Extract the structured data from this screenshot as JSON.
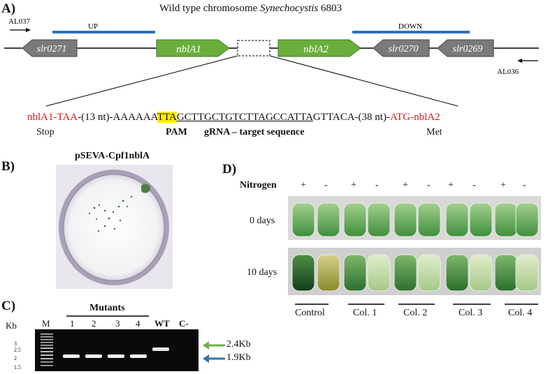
{
  "panelA": {
    "label": "A)",
    "title_prefix": "Wild type chromosome ",
    "title_italic": "Synechocystis",
    "title_suffix": " 6803",
    "primer_left": "AL037",
    "primer_right": "AL036",
    "up_label": "UP",
    "down_label": "DOWN",
    "genes": [
      "slr0271",
      "nblA1",
      "nblA2",
      "slr0270",
      "slr0269"
    ],
    "colors": {
      "green_gene": "#6aae3c",
      "grey_gene": "#7a7a7a",
      "arm_blue": "#2f73b5"
    },
    "sequence": {
      "start_red": "nblA1-TAA",
      "pre": "-(13 nt)-AAAAAA",
      "pam": "TTA",
      "target": "GCTTGCTGTCTTAGCCATTA",
      "post": "GTTACA-(38 nt)-",
      "end_red": "ATG-nblA2",
      "stop_label": "Stop",
      "pam_label": "PAM",
      "grna_label": "gRNA – target sequence",
      "met_label": "Met"
    }
  },
  "panelB": {
    "label": "B)",
    "title": "pSEVA-Cpf1nblA"
  },
  "panelC": {
    "label": "C)",
    "kb_label": "Kb",
    "mutants_label": "Mutants",
    "lanes": [
      "M",
      "1",
      "2",
      "3",
      "4",
      "WT",
      "C-"
    ],
    "ladder": [
      "3",
      "2.5",
      "2",
      "1.5"
    ],
    "band_top": "2.4Kb",
    "band_bottom": "1.9Kb",
    "arrow_colors": {
      "top": "#6ab04c",
      "bottom": "#2f73b5"
    }
  },
  "panelD": {
    "label": "D)",
    "nitrogen_label": "Nitrogen",
    "signs": [
      "+",
      "-",
      "+",
      "-",
      "+",
      "-",
      "+",
      "-",
      "+",
      "-"
    ],
    "rows": [
      "0 days",
      "10 days"
    ],
    "groups": [
      "Control",
      "Col. 1",
      "Col. 2",
      "Col. 3",
      "Col. 4"
    ]
  }
}
